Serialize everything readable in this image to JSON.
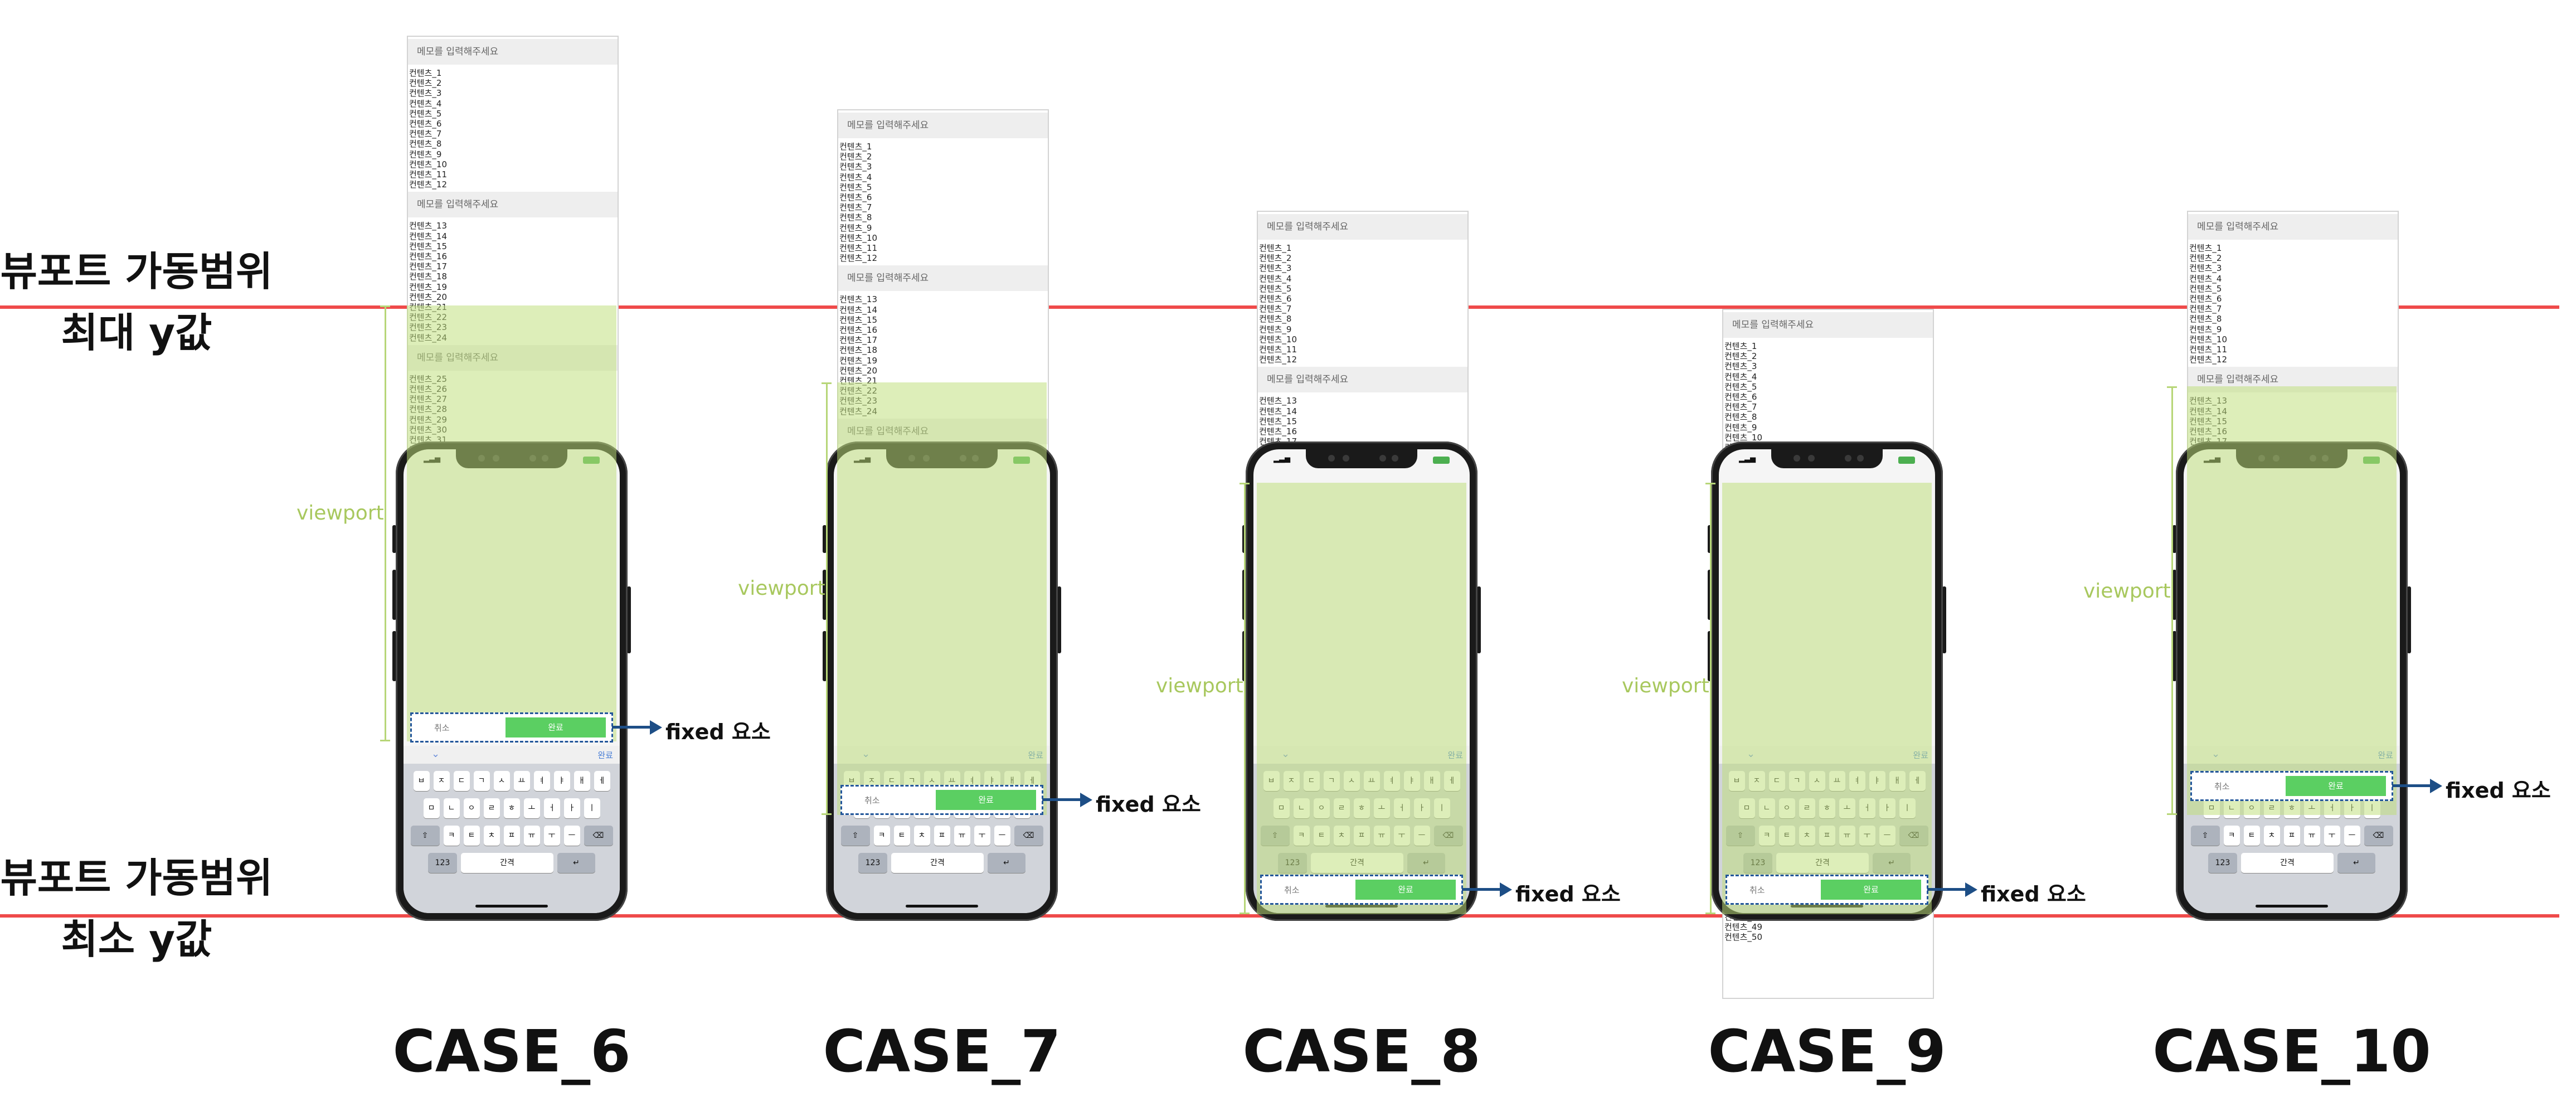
{
  "labels": {
    "top_line": [
      "뷰포트 가동범위",
      "최대 y값"
    ],
    "bottom_line": [
      "뷰포트 가동범위",
      "최소 y값"
    ],
    "viewport": "viewport",
    "fixed": "fixed 요소"
  },
  "memo": {
    "placeholder": "메모를 입력해주세요",
    "item_prefix": "컨텐츠_"
  },
  "fixed_bar": {
    "cancel": "취소",
    "confirm": "완료"
  },
  "keyboard": {
    "done": "완료",
    "row1": [
      "ㅂ",
      "ㅈ",
      "ㄷ",
      "ㄱ",
      "ㅅ",
      "ㅛ",
      "ㅕ",
      "ㅑ",
      "ㅐ",
      "ㅔ"
    ],
    "row2": [
      "ㅁ",
      "ㄴ",
      "ㅇ",
      "ㄹ",
      "ㅎ",
      "ㅗ",
      "ㅓ",
      "ㅏ",
      "ㅣ"
    ],
    "row3": [
      "⇧",
      "ㅋ",
      "ㅌ",
      "ㅊ",
      "ㅍ",
      "ㅠ",
      "ㅜ",
      "ㅡ",
      "⌫"
    ],
    "num": "123",
    "space": "간격",
    "return": "↵"
  },
  "cases": [
    {
      "title": "CASE_6"
    },
    {
      "title": "CASE_7"
    },
    {
      "title": "CASE_8"
    },
    {
      "title": "CASE_9"
    },
    {
      "title": "CASE_10"
    }
  ],
  "colors": {
    "boundary_line": "#ef4a4a",
    "viewport_fill": "#bdde78",
    "fixed_arrow": "#1d4e86",
    "confirm_button": "#5bcf62"
  }
}
